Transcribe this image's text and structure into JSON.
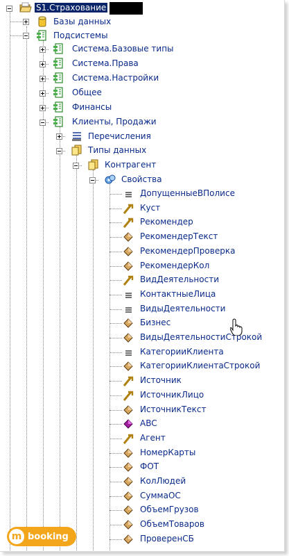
{
  "tree": {
    "root": {
      "label": "S1.Страхование",
      "expanded": true,
      "icon": "folder-open-icon"
    },
    "databases": {
      "label": "Базы данных",
      "expanded": false,
      "icon": "database-icon"
    },
    "subsystems": {
      "label": "Подсистемы",
      "expanded": true,
      "icon": "subsystem-icon"
    },
    "subsystem_items": [
      {
        "label": "Система.Базовые типы",
        "expanded": false
      },
      {
        "label": "Система.Права",
        "expanded": false
      },
      {
        "label": "Система.Настройки",
        "expanded": false
      },
      {
        "label": "Общее",
        "expanded": false
      },
      {
        "label": "Финансы",
        "expanded": false
      },
      {
        "label": "Клиенты, Продажи",
        "expanded": true
      }
    ],
    "enumerations": {
      "label": "Перечисления",
      "expanded": false,
      "icon": "list-icon"
    },
    "data_types": {
      "label": "Типы данных",
      "expanded": true,
      "icon": "datatype-icon"
    },
    "counterparty": {
      "label": "Контрагент",
      "expanded": true,
      "icon": "datatype-icon"
    },
    "properties": {
      "label": "Свойства",
      "expanded": true,
      "icon": "properties-icon"
    },
    "property_items": [
      {
        "label": "ДопущенныеВПолисе",
        "icon": "list-icon"
      },
      {
        "label": "Куст",
        "icon": "reference-icon"
      },
      {
        "label": "Рекомендер",
        "icon": "reference-icon"
      },
      {
        "label": "РекомендерТекст",
        "icon": "attribute-icon"
      },
      {
        "label": "РекомендерПроверка",
        "icon": "attribute-icon"
      },
      {
        "label": "РекомендерКол",
        "icon": "attribute-icon"
      },
      {
        "label": "ВидДеятельности",
        "icon": "reference-icon"
      },
      {
        "label": "КонтактныеЛица",
        "icon": "list-icon"
      },
      {
        "label": "ВидыДеятельности",
        "icon": "list-icon"
      },
      {
        "label": "Бизнес",
        "icon": "attribute-icon"
      },
      {
        "label": "ВидыДеятельностиСтрокой",
        "icon": "attribute-icon"
      },
      {
        "label": "КатегорииКлиента",
        "icon": "list-icon"
      },
      {
        "label": "КатегорииКлиентаСтрокой",
        "icon": "attribute-icon"
      },
      {
        "label": "Источник",
        "icon": "reference-icon"
      },
      {
        "label": "ИсточникЛицо",
        "icon": "reference-icon"
      },
      {
        "label": "ИсточникТекст",
        "icon": "attribute-icon"
      },
      {
        "label": "ABC",
        "icon": "enum-attribute-icon"
      },
      {
        "label": "Агент",
        "icon": "reference-icon"
      },
      {
        "label": "НомерКарты",
        "icon": "attribute-icon"
      },
      {
        "label": "ФОТ",
        "icon": "attribute-icon"
      },
      {
        "label": "КолЛюдей",
        "icon": "attribute-icon"
      },
      {
        "label": "СуммаОС",
        "icon": "attribute-icon"
      },
      {
        "label": "ОбъемГрузов",
        "icon": "attribute-icon"
      },
      {
        "label": "ОбъемТоваров",
        "icon": "attribute-icon"
      },
      {
        "label": "ПроверенСБ",
        "icon": "attribute-icon"
      }
    ]
  },
  "watermark": {
    "text": "booking",
    "brand_color": "#f3a61c"
  },
  "colors": {
    "text": "#0a2a8a",
    "tree_lines": "#808080",
    "selection": "#0a246a"
  }
}
